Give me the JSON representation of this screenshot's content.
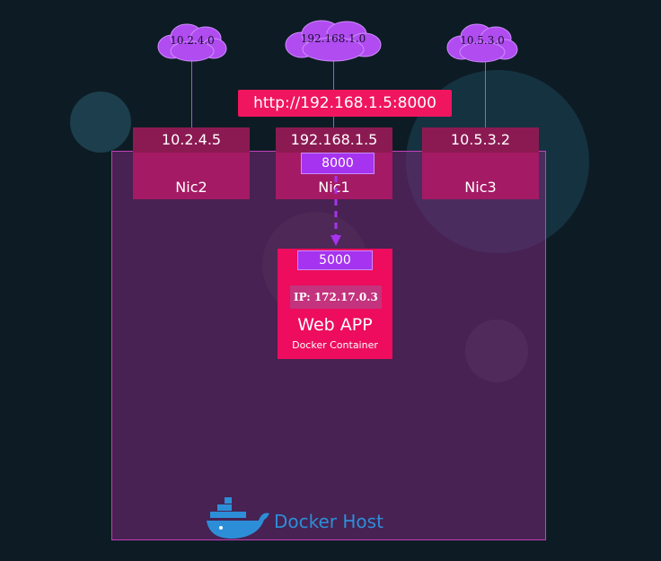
{
  "networks": [
    {
      "cidr": "10.2.4.0"
    },
    {
      "cidr": "192.168.1.0"
    },
    {
      "cidr": "10.5.3.0"
    }
  ],
  "url": "http://192.168.1.5:8000",
  "nics": [
    {
      "ip": "10.2.4.5",
      "name": "Nic2"
    },
    {
      "ip": "192.168.1.5",
      "name": "Nic1"
    },
    {
      "ip": "10.5.3.2",
      "name": "Nic3"
    }
  ],
  "host_port": "8000",
  "container": {
    "port": "5000",
    "ip_label": "IP: 172.17.0.3",
    "title": "Web APP",
    "subtitle": "Docker Container"
  },
  "host_label": "Docker Host",
  "colors": {
    "background": "#0d1c24",
    "host_fill": "#5e2a63",
    "accent": "#f0155f",
    "nic": "#a41a64",
    "port": "#a633f0",
    "cloud": "#b04cf0",
    "docker_blue": "#2d8ed8"
  },
  "icons": {
    "cloud": "cloud-icon",
    "docker": "docker-whale-icon"
  }
}
